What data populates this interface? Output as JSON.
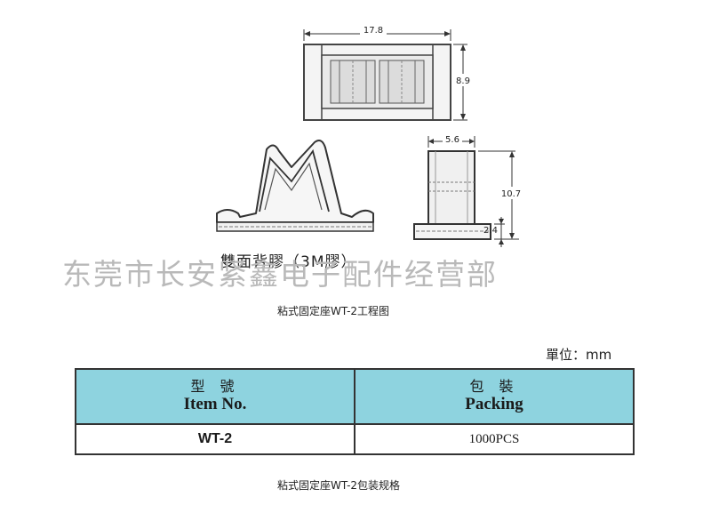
{
  "drawing": {
    "dim_width_top": "17.8",
    "dim_height_top": "8.9",
    "dim_width_side": "5.6",
    "dim_height_side": "10.7",
    "dim_base_side": "2.4",
    "tape_label": "雙面背膠（3M膠）"
  },
  "watermark": "东莞市长安紧鑫电子配件经营部",
  "caption_drawing": "粘式固定座WT-2工程图",
  "unit_label": "單位：mm",
  "table": {
    "col1_cn": "型 號",
    "col1_en": "Item No.",
    "col2_cn": "包 裝",
    "col2_en": "Packing",
    "rows": [
      {
        "model": "WT-2",
        "packing": "1000PCS"
      }
    ]
  },
  "caption_table": "粘式固定座WT-2包装规格"
}
